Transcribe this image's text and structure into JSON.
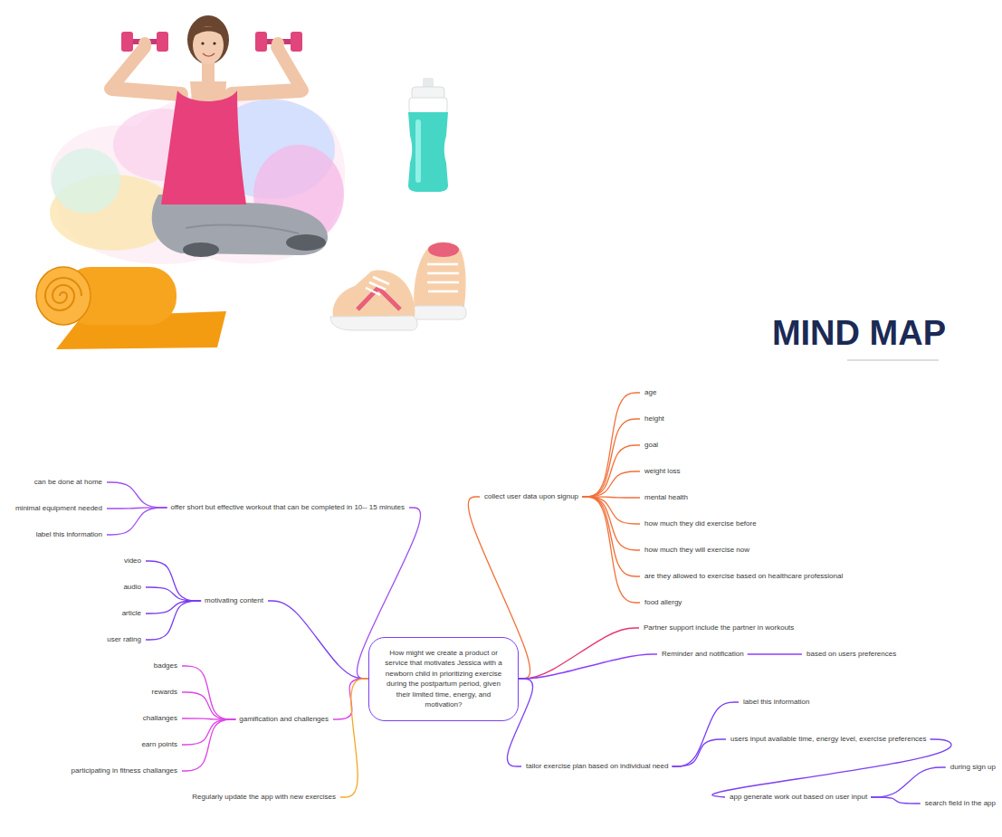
{
  "diagram": {
    "title": "MIND MAP",
    "nodes": [
      {
        "text": [
          "How might we create a product or service that motivates Jessica with a newborn child in prioritizing exercise during the postpartum period, given their limited time, energy, and motivation?"
        ]
      },
      {
        "text": [
          "offer short but effective workout that can be completed in 10-- 15 minutes"
        ]
      },
      {
        "text": [
          "can be done at home"
        ]
      },
      {
        "text": [
          "minimal equipment needed"
        ]
      },
      {
        "text": [
          "label this information"
        ]
      },
      {
        "text": [
          "motivating content"
        ]
      },
      {
        "text": [
          "video"
        ]
      },
      {
        "text": [
          "audio"
        ]
      },
      {
        "text": [
          "article"
        ]
      },
      {
        "text": [
          "user rating"
        ]
      },
      {
        "text": [
          "gamification and challenges"
        ]
      },
      {
        "text": [
          "badges"
        ]
      },
      {
        "text": [
          "rewards"
        ]
      },
      {
        "text": [
          "challanges"
        ]
      },
      {
        "text": [
          "earn points"
        ]
      },
      {
        "text": [
          "participating in fitness challanges"
        ]
      },
      {
        "text": [
          "Regularly update the app with new exercises"
        ]
      },
      {
        "text": [
          "collect user data upon signup"
        ]
      },
      {
        "text": [
          "age"
        ]
      },
      {
        "text": [
          "height"
        ]
      },
      {
        "text": [
          "goal"
        ]
      },
      {
        "text": [
          "weight loss"
        ]
      },
      {
        "text": [
          "mental health"
        ]
      },
      {
        "text": [
          "how much they did exercise before"
        ]
      },
      {
        "text": [
          "how much they will exercise now"
        ]
      },
      {
        "text": [
          "are they allowed to exercise based on healthcare professional"
        ]
      },
      {
        "text": [
          "food allergy"
        ]
      },
      {
        "text": [
          "Partner support include the partner in workouts"
        ]
      },
      {
        "text": [
          "Reminder and notification"
        ]
      },
      {
        "text": [
          "based on users preferences"
        ]
      },
      {
        "text": [
          "tailor exercise plan based on individual need"
        ]
      },
      {
        "text": [
          "label this information"
        ]
      },
      {
        "text": [
          "users input available time, energy level, exercise preferences"
        ]
      },
      {
        "text": [
          "app generate work out based on user input"
        ]
      },
      {
        "text": [
          "during sign up"
        ]
      },
      {
        "text": [
          "search field in the app"
        ]
      }
    ],
    "edges": [
      {
        "from": 0,
        "to": 1,
        "arrow": "none"
      },
      {
        "from": 1,
        "to": 2,
        "arrow": "none"
      },
      {
        "from": 1,
        "to": 3,
        "arrow": "none"
      },
      {
        "from": 1,
        "to": 4,
        "arrow": "none"
      },
      {
        "from": 0,
        "to": 5,
        "arrow": "none"
      },
      {
        "from": 5,
        "to": 6,
        "arrow": "none"
      },
      {
        "from": 5,
        "to": 7,
        "arrow": "none"
      },
      {
        "from": 5,
        "to": 8,
        "arrow": "none"
      },
      {
        "from": 5,
        "to": 9,
        "arrow": "none"
      },
      {
        "from": 0,
        "to": 10,
        "arrow": "none"
      },
      {
        "from": 10,
        "to": 11,
        "arrow": "none"
      },
      {
        "from": 10,
        "to": 12,
        "arrow": "none"
      },
      {
        "from": 10,
        "to": 13,
        "arrow": "none"
      },
      {
        "from": 10,
        "to": 14,
        "arrow": "none"
      },
      {
        "from": 10,
        "to": 15,
        "arrow": "none"
      },
      {
        "from": 0,
        "to": 16,
        "arrow": "none"
      },
      {
        "from": 0,
        "to": 17,
        "arrow": "none"
      },
      {
        "from": 17,
        "to": 18,
        "arrow": "none"
      },
      {
        "from": 17,
        "to": 19,
        "arrow": "none"
      },
      {
        "from": 17,
        "to": 20,
        "arrow": "none"
      },
      {
        "from": 17,
        "to": 21,
        "arrow": "none"
      },
      {
        "from": 17,
        "to": 22,
        "arrow": "none"
      },
      {
        "from": 17,
        "to": 23,
        "arrow": "none"
      },
      {
        "from": 17,
        "to": 24,
        "arrow": "none"
      },
      {
        "from": 17,
        "to": 25,
        "arrow": "none"
      },
      {
        "from": 17,
        "to": 26,
        "arrow": "none"
      },
      {
        "from": 0,
        "to": 27,
        "arrow": "none"
      },
      {
        "from": 0,
        "to": 28,
        "arrow": "none"
      },
      {
        "from": 28,
        "to": 29,
        "arrow": "none"
      },
      {
        "from": 0,
        "to": 30,
        "arrow": "none"
      },
      {
        "from": 30,
        "to": 31,
        "arrow": "none"
      },
      {
        "from": 30,
        "to": 32,
        "arrow": "none"
      },
      {
        "from": 32,
        "to": 33,
        "arrow": "none"
      },
      {
        "from": 33,
        "to": 34,
        "arrow": "none"
      },
      {
        "from": 33,
        "to": 35,
        "arrow": "none"
      }
    ]
  }
}
